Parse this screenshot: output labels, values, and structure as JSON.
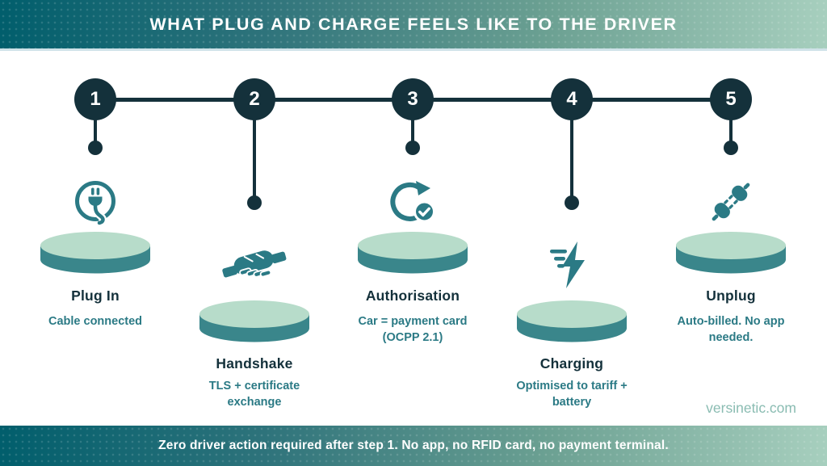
{
  "header": {
    "title": "WHAT PLUG AND CHARGE FEELS LIKE TO THE DRIVER"
  },
  "steps": [
    {
      "number": "1",
      "title": "Plug In",
      "subtitle": "Cable connected",
      "icon": "plug-circle-icon"
    },
    {
      "number": "2",
      "title": "Handshake",
      "subtitle": "TLS + certificate exchange",
      "icon": "handshake-icon"
    },
    {
      "number": "3",
      "title": "Authorisation",
      "subtitle": "Car = payment card (OCPP 2.1)",
      "icon": "refresh-check-icon"
    },
    {
      "number": "4",
      "title": "Charging",
      "subtitle": "Optimised to tariff + battery",
      "icon": "lightning-icon"
    },
    {
      "number": "5",
      "title": "Unplug",
      "subtitle": "Auto-billed. No app needed.",
      "icon": "unplug-icon"
    }
  ],
  "footer": {
    "note": "Zero driver action required after step 1. No app, no RFID card, no payment terminal.",
    "website": "versinetic.com"
  },
  "colors": {
    "dark_navy": "#14313b",
    "teal": "#2b7a85",
    "disc_top": "#b7dcca",
    "disc_side": "#3a868b",
    "gradient_start": "#015e6c",
    "gradient_end": "#a7cfbe"
  }
}
